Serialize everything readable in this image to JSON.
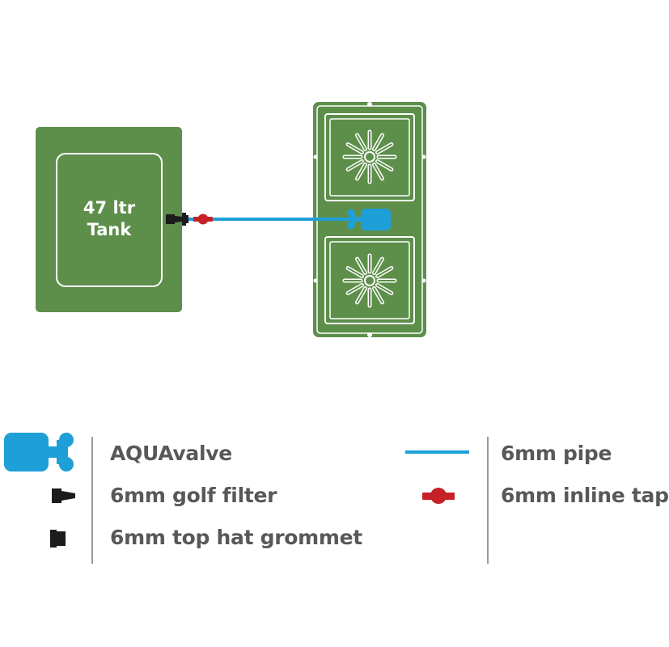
{
  "diagram": {
    "tank": {
      "label_line1": "47 ltr",
      "label_line2": "Tank"
    }
  },
  "legend": {
    "items": [
      {
        "id": "aquavalve",
        "label": "AQUAvalve",
        "icon": "aquavalve-icon"
      },
      {
        "id": "golf-filter",
        "label": "6mm golf filter",
        "icon": "golf-filter-icon"
      },
      {
        "id": "grommet",
        "label": "6mm top hat grommet",
        "icon": "grommet-icon"
      },
      {
        "id": "pipe",
        "label": "6mm pipe",
        "icon": "pipe-icon"
      },
      {
        "id": "inline-tap",
        "label": "6mm inline tap",
        "icon": "inline-tap-icon"
      }
    ]
  },
  "colors": {
    "green": "#5d8f4a",
    "pipe_blue": "#1e9fd8",
    "valve_blue": "#1e9fd8",
    "tap_red": "#c62127",
    "fitting_black": "#1c1c1c",
    "text_gray": "#585858",
    "divider_gray": "#9a9a9a"
  }
}
